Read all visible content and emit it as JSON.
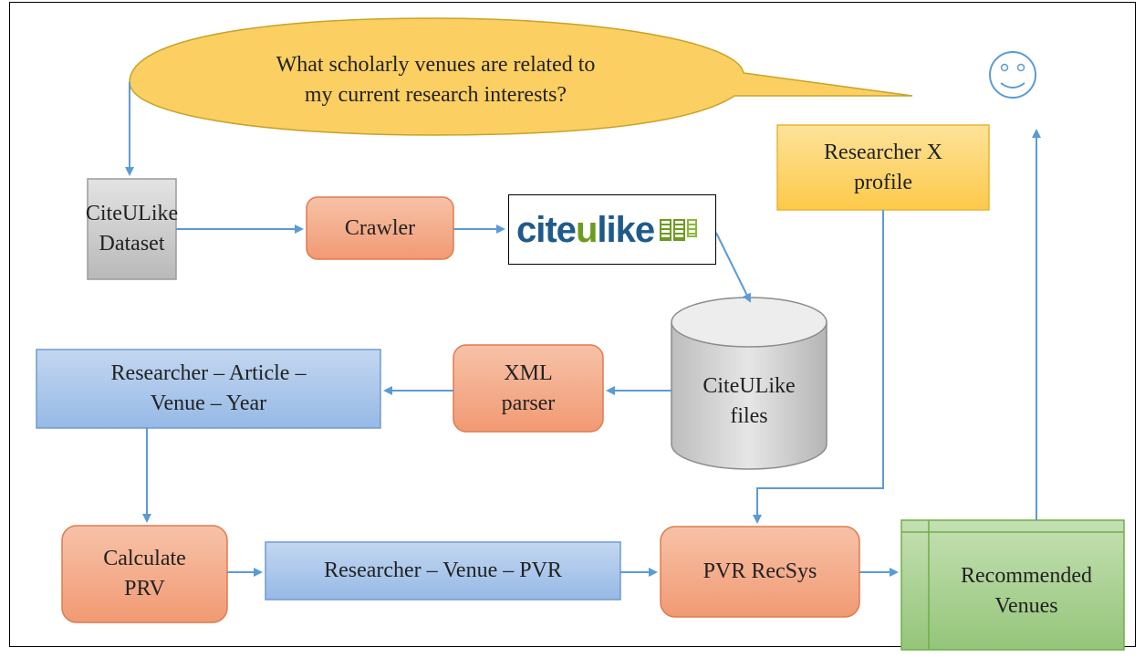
{
  "question": [
    "What scholarly venues are related to",
    "my current research interests?"
  ],
  "nodes": {
    "citeulike_dataset": [
      "CiteULike",
      "Dataset"
    ],
    "crawler": [
      "Crawler"
    ],
    "citeulike_logo": {
      "cite": "cite",
      "u": "u",
      "like": "like"
    },
    "citeulike_files": [
      "CiteULike",
      "files"
    ],
    "xml_parser": [
      "XML",
      "parser"
    ],
    "rav_table": [
      "Researcher – Article –",
      "Venue – Year"
    ],
    "calculate_prv": [
      "Calculate",
      "PRV"
    ],
    "rvp_table": [
      "Researcher – Venue – PVR"
    ],
    "pvr_recsys": [
      "PVR RecSys"
    ],
    "researcher_profile": [
      "Researcher X",
      "profile"
    ],
    "recommended_venues": [
      "Recommended",
      "Venues"
    ]
  },
  "colors": {
    "bubble_fill": "#fbcf62",
    "bubble_stroke": "#c9a227",
    "gray_fill": "#c8c8c8",
    "gray_stroke": "#9a9a9a",
    "orange_fill": "#f4a582",
    "orange_stroke": "#e07a4f",
    "blue_fill": "#a7c5ea",
    "blue_stroke": "#6f9bd1",
    "yellow_fill": "#fdd268",
    "yellow_stroke": "#e7b534",
    "green_fill": "#a8d08d",
    "green_stroke": "#70ad47",
    "arrow": "#5b9bd5",
    "smiley": "#5b9bd5"
  },
  "icons": [
    "smiley-face-icon",
    "citeulike-logo-icon",
    "database-cylinder-icon"
  ]
}
